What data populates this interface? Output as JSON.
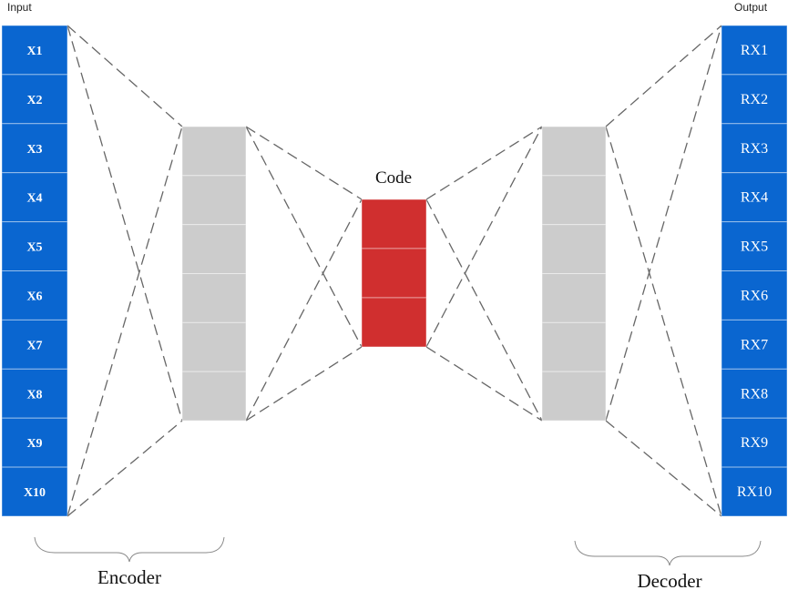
{
  "input_heading": "Input",
  "output_heading": "Output",
  "code_heading": "Code",
  "encoder_label": "Encoder",
  "decoder_label": "Decoder",
  "inputs": [
    "X1",
    "X2",
    "X3",
    "X4",
    "X5",
    "X6",
    "X7",
    "X8",
    "X9",
    "X10"
  ],
  "outputs": [
    "RX1",
    "RX2",
    "RX3",
    "RX4",
    "RX5",
    "RX6",
    "RX7",
    "RX8",
    "RX9",
    "RX10"
  ],
  "hidden_encoder_cells": 6,
  "code_cells": 3,
  "hidden_decoder_cells": 6,
  "colors": {
    "input_output": "#0a66d0",
    "hidden": "#cccccc",
    "code": "#d02f2f",
    "connection": "#666666"
  }
}
